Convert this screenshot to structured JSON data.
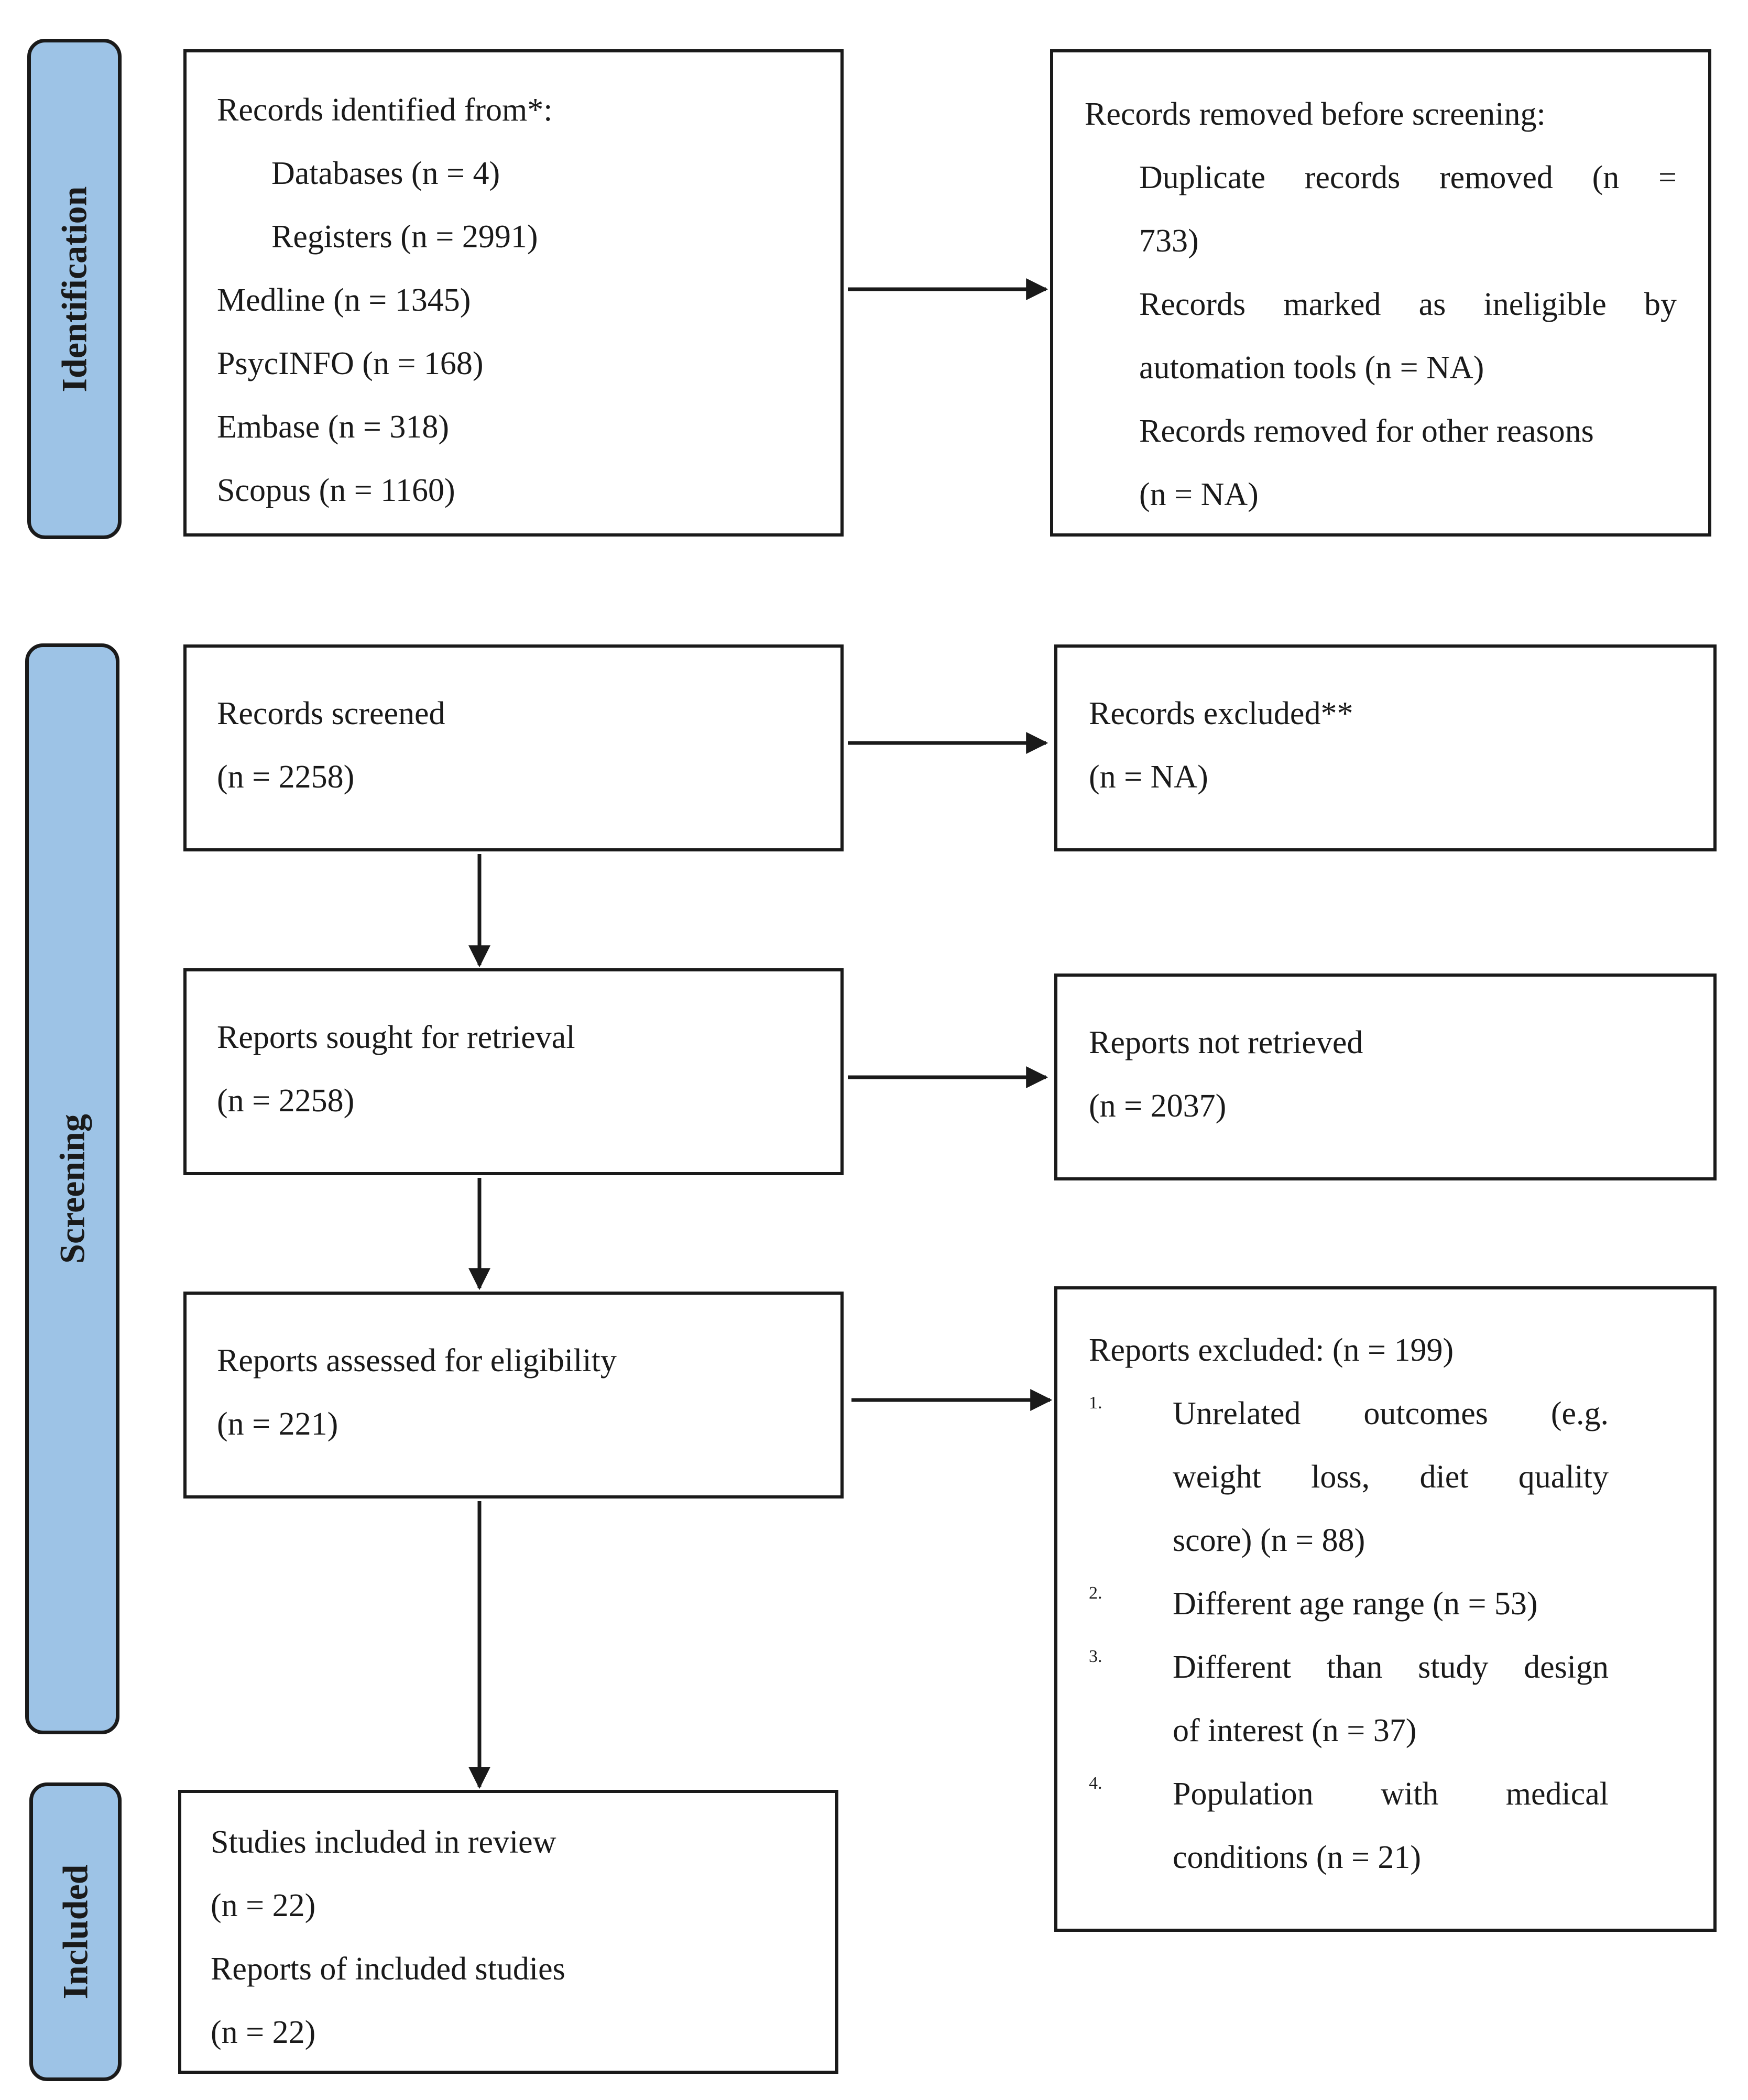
{
  "phases": {
    "identification": "Identification",
    "screening": "Screening",
    "included": "Included"
  },
  "records_identified": {
    "heading": "Records identified from*:",
    "databases": "Databases (n = 4)",
    "registers": "Registers (n = 2991)",
    "medline": "Medline (n = 1345)",
    "psycinfo": "PsycINFO (n = 168)",
    "embase": "Embase (n = 318)",
    "scopus": "Scopus (n = 1160)"
  },
  "records_removed": {
    "heading": "Records removed before screening:",
    "duplicates_1": "Duplicate records removed (n =",
    "duplicates_2": "733)",
    "ineligible_1": "Records marked as ineligible by",
    "ineligible_2": "automation tools (n = NA)",
    "other_1": "Records removed for other reasons",
    "other_2": "(n = NA)"
  },
  "records_screened": {
    "label": "Records screened",
    "count": "(n = 2258)"
  },
  "records_excluded": {
    "label": "Records excluded**",
    "count": "(n = NA)"
  },
  "reports_sought": {
    "label": "Reports sought for retrieval",
    "count": "(n = 2258)"
  },
  "reports_not_retrieved": {
    "label": "Reports not retrieved",
    "count": "(n = 2037)"
  },
  "reports_assessed": {
    "label": "Reports assessed for eligibility",
    "count": "(n = 221)"
  },
  "reports_excluded": {
    "heading": "Reports excluded: (n = 199)",
    "reasons": [
      {
        "num": "1.",
        "lines": [
          "Unrelated outcomes (e.g.",
          "weight loss, diet quality",
          "score) (n = 88)"
        ]
      },
      {
        "num": "2.",
        "lines": [
          "Different age range (n = 53)"
        ]
      },
      {
        "num": "3.",
        "lines": [
          "Different than study design",
          "of interest (n = 37)"
        ]
      },
      {
        "num": "4.",
        "lines": [
          "Population with medical",
          "conditions (n = 21)"
        ]
      }
    ]
  },
  "included": {
    "studies_label": "Studies included in review",
    "studies_count": "(n = 22)",
    "reports_label": "Reports of included studies",
    "reports_count": "(n = 22)"
  }
}
